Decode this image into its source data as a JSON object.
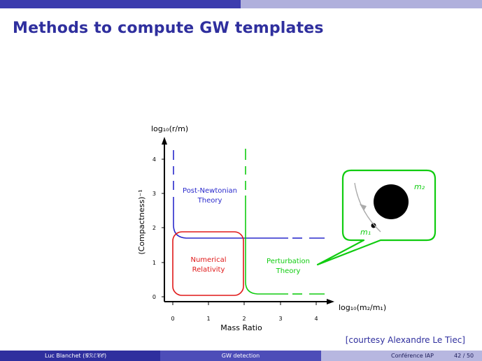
{
  "slide": {
    "title": "Methods to compute GW templates",
    "courtesy": "[courtesy Alexandre Le Tiec]"
  },
  "footer": {
    "author": "Luc Blanchet (𝒢ℛℰ𝒞𝒪)",
    "talk": "GW detection",
    "venue": "Conférence IAP",
    "page": "42 / 50"
  },
  "diagram": {
    "y_axis_label": "(Compactness)⁻¹",
    "y_top_label": "log₁₀(r/m)",
    "x_axis_label": "Mass Ratio",
    "x_right_label": "log₁₀(m₂/m₁)",
    "y_ticks": [
      "0",
      "1",
      "2",
      "3",
      "4"
    ],
    "x_ticks": [
      "0",
      "1",
      "2",
      "3",
      "4"
    ],
    "regions": {
      "pn": {
        "line1": "Post-Newtonian",
        "line2": "Theory",
        "color": "#2a2acc"
      },
      "nr": {
        "line1": "Numerical",
        "line2": "Relativity",
        "color": "#e01818"
      },
      "pt": {
        "line1": "Perturbation",
        "line2": "Theory",
        "color": "#10cc10"
      }
    },
    "inset": {
      "m2_label": "m₂",
      "m1_label": "m₁"
    }
  }
}
